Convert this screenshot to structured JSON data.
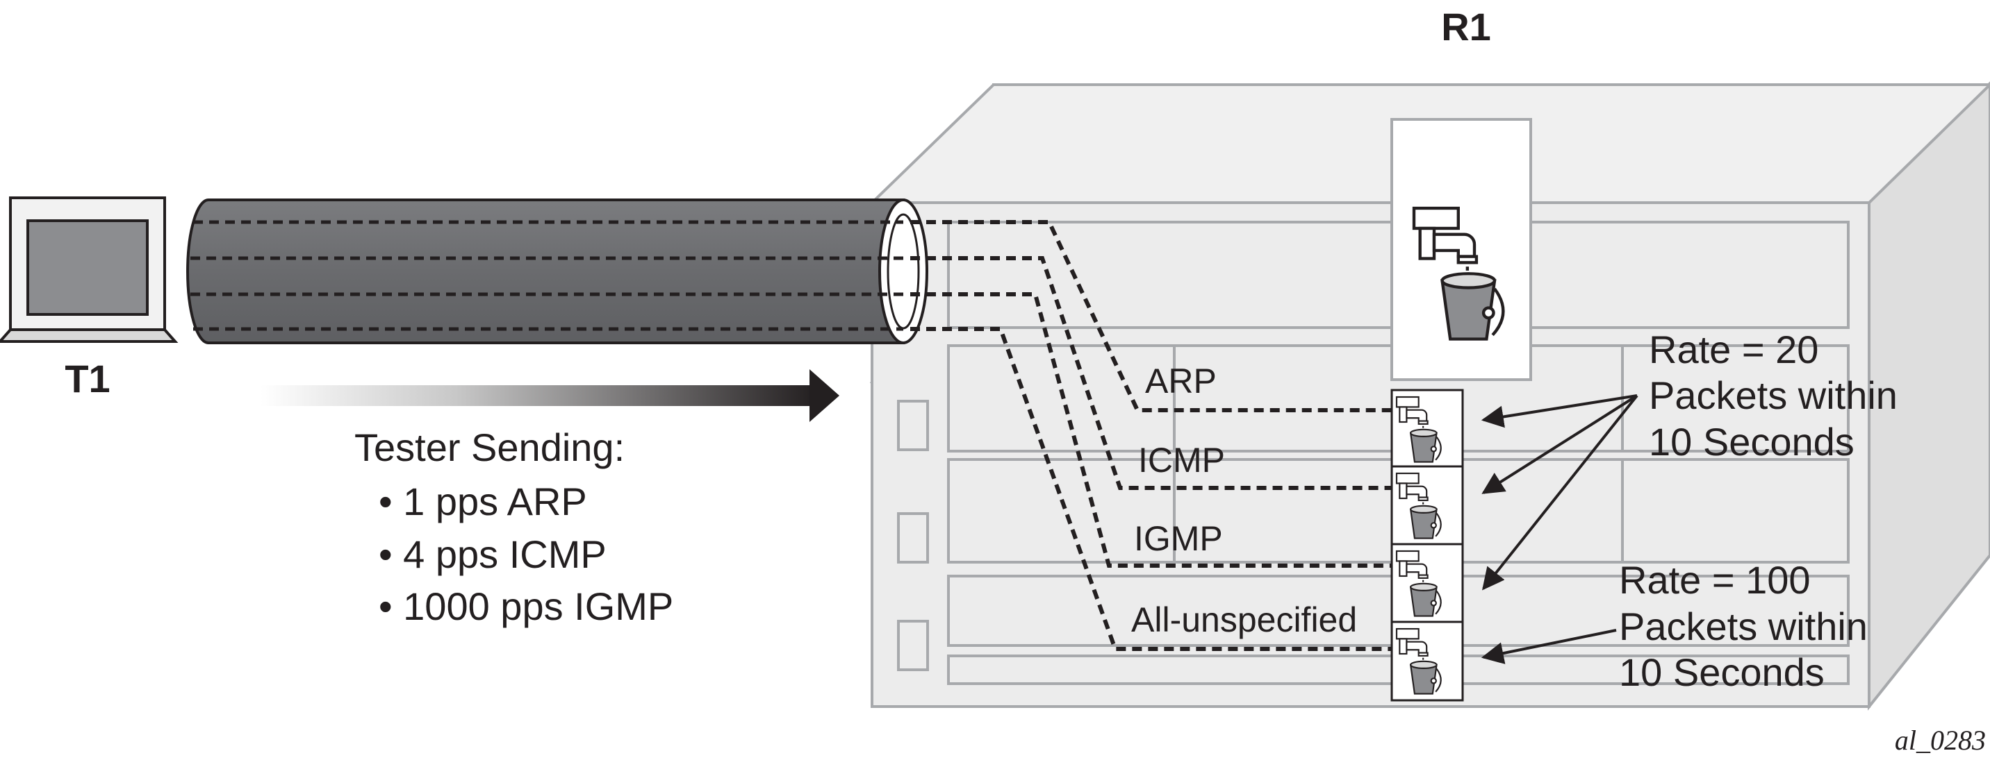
{
  "router": {
    "name": "R1",
    "policers": [
      {
        "label": "ARP",
        "line": 0
      },
      {
        "label": "ICMP",
        "line": 1
      },
      {
        "label": "IGMP",
        "line": 2
      },
      {
        "label": "All-unspecified",
        "line": 3
      }
    ]
  },
  "tester": {
    "name": "T1",
    "heading": "Tester Sending:",
    "bullets": [
      "• 1 pps ARP",
      "• 4 pps ICMP",
      "• 1000 pps IGMP"
    ]
  },
  "rate_groups": [
    {
      "lines": [
        "Rate = 20",
        "Packets within",
        "10 Seconds"
      ]
    },
    {
      "lines": [
        "Rate = 100",
        "Packets within",
        "10 Seconds"
      ]
    }
  ],
  "figure_id": "al_0283",
  "colors": {
    "ink": "#231f20",
    "chassis_fill": "#ececec",
    "chassis_stroke": "#a7a9ac",
    "pipe": "#6d6e71"
  }
}
